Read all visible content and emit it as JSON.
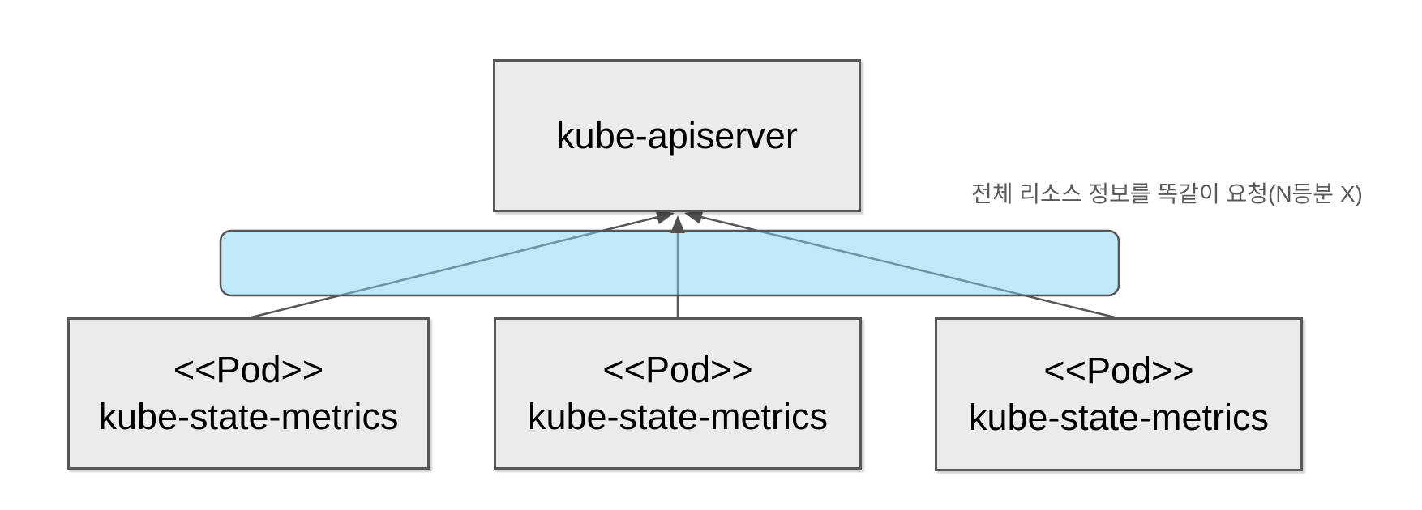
{
  "diagram": {
    "title_hint": "kube-state-metrics pods all requesting full resource info from kube-apiserver",
    "colors": {
      "background": "#ffffff",
      "box_fill": "#ebebeb",
      "box_border": "#565656",
      "line": "#565656",
      "arrowhead": "#4f4f4f",
      "band_fill": "#7fd4f2",
      "band_border": "#565656",
      "node_text": "#000000",
      "annotation_text": "#595959"
    },
    "apiserver": {
      "label": "kube-apiserver"
    },
    "pods": [
      {
        "stereotype": "<<Pod>>",
        "label": "kube-state-metrics"
      },
      {
        "stereotype": "<<Pod>>",
        "label": "kube-state-metrics"
      },
      {
        "stereotype": "<<Pod>>",
        "label": "kube-state-metrics"
      }
    ],
    "annotation": {
      "text": "전체 리소스 정보를 똑같이 요청(N등분 X)"
    }
  }
}
